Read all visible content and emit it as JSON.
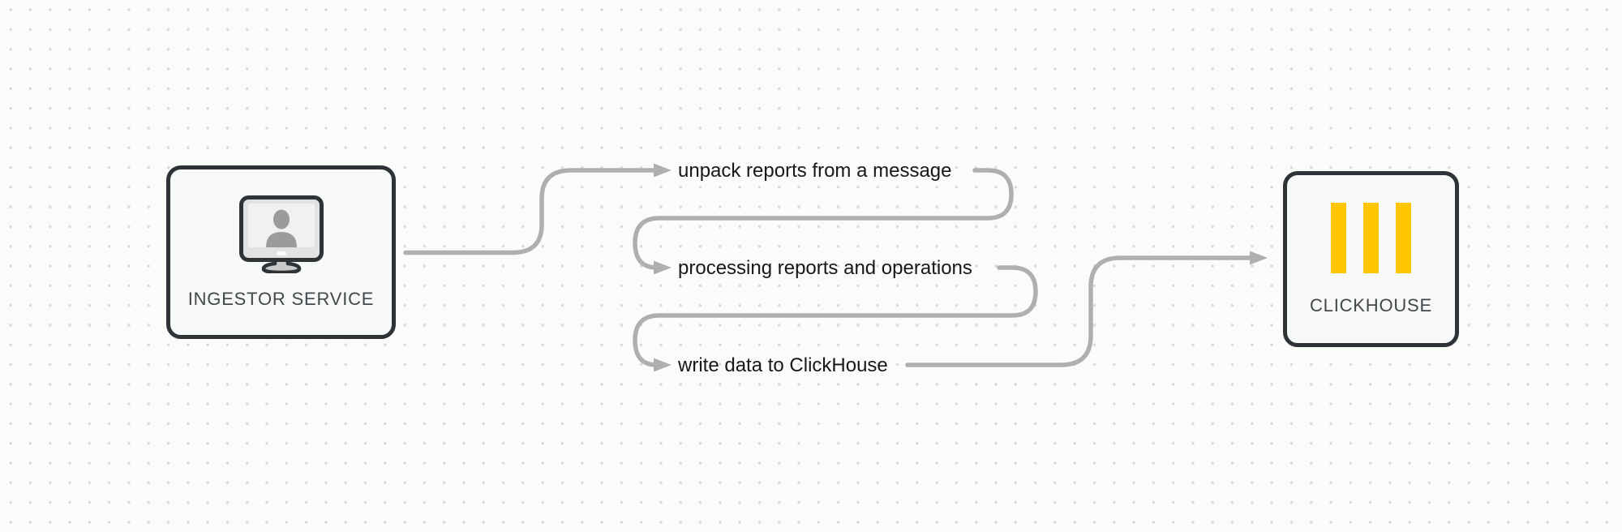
{
  "diagram": {
    "nodes": [
      {
        "id": "ingestor-service",
        "label": "INGESTOR SERVICE",
        "icon": "workstation-user-icon"
      },
      {
        "id": "clickhouse",
        "label": "CLICKHOUSE",
        "icon": "clickhouse-bars-icon"
      }
    ],
    "steps": [
      {
        "id": "step-1",
        "label": "unpack reports from a message"
      },
      {
        "id": "step-2",
        "label": "processing reports and operations"
      },
      {
        "id": "step-3",
        "label": "write data to ClickHouse"
      }
    ],
    "flow": [
      "ingestor-service",
      "step-1",
      "step-2",
      "step-3",
      "clickhouse"
    ],
    "colors": {
      "background": "#FBFBFA",
      "grid_dot": "#D8D8D8",
      "connector": "#AFAFAF",
      "node_border": "#2E3338",
      "node_fill": "#F7F8F8",
      "node_label_text": "#43474B",
      "step_label_text": "#181818",
      "clickhouse_yellow": "#FEC601",
      "icon_gray": "#9B9B9B"
    }
  }
}
